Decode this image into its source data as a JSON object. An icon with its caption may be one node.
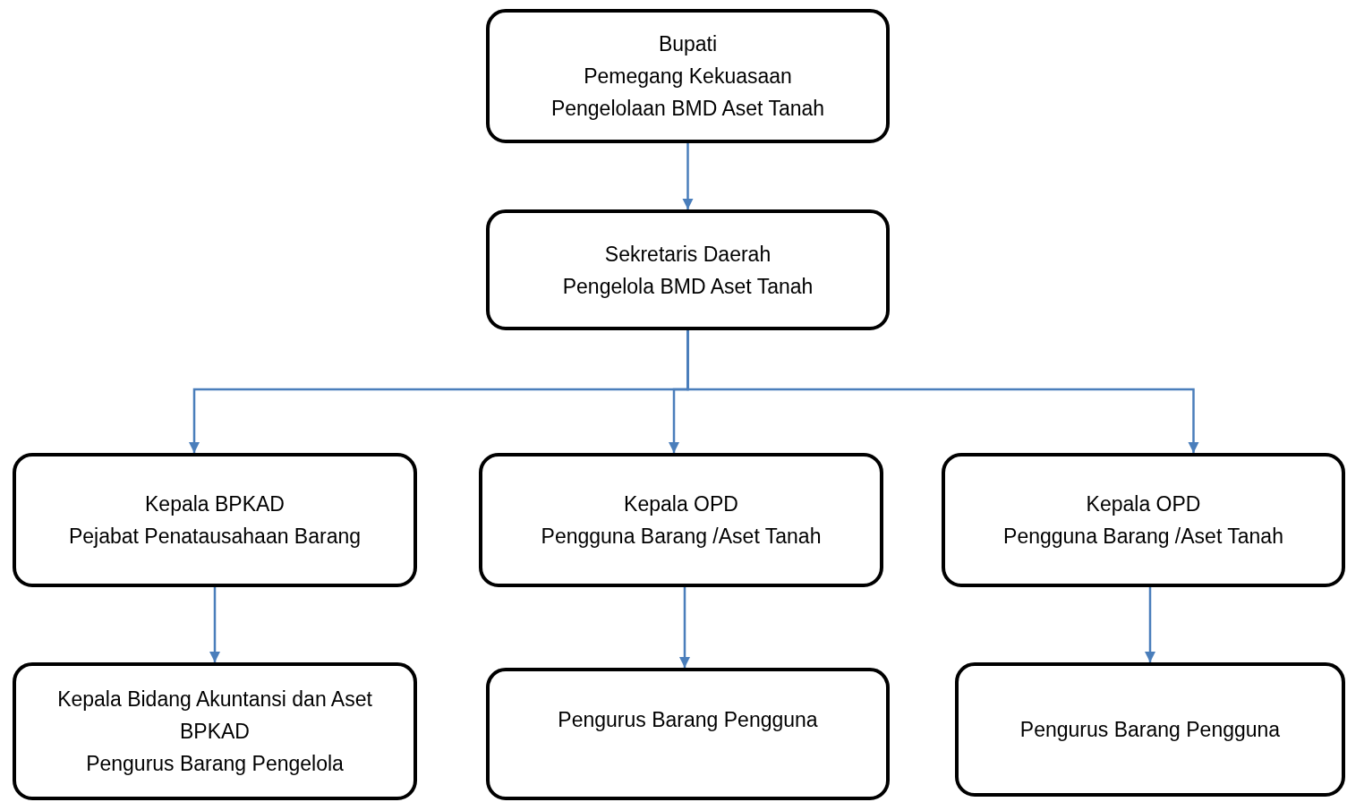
{
  "diagram": {
    "nodes": [
      {
        "text": [
          "Bupati",
          "Pemegang Kekuasaan Pengelolaan BMD Aset Tanah"
        ]
      },
      {
        "text": [
          "Sekretaris Daerah",
          "Pengelola BMD Aset Tanah"
        ]
      },
      {
        "text": [
          "Kepala BPKAD",
          "Pejabat Penatausahaan Barang"
        ]
      },
      {
        "text": [
          "Kepala OPD",
          "Pengguna Barang /Aset Tanah"
        ]
      },
      {
        "text": [
          "Kepala OPD",
          "Pengguna Barang /Aset Tanah"
        ]
      },
      {
        "text": [
          "Kepala Bidang Akuntansi dan Aset BPKAD",
          "Pengurus Barang Pengelola"
        ]
      },
      {
        "text": [
          "Pengurus Barang Pengguna"
        ]
      },
      {
        "text": [
          "Pengurus Barang Pengguna"
        ]
      }
    ],
    "edges": [
      {
        "from": 0,
        "to": 1,
        "arrow": "to"
      },
      {
        "from": 1,
        "to": 2,
        "arrow": "to"
      },
      {
        "from": 1,
        "to": 3,
        "arrow": "to"
      },
      {
        "from": 1,
        "to": 4,
        "arrow": "to"
      },
      {
        "from": 2,
        "to": 5,
        "arrow": "to"
      },
      {
        "from": 3,
        "to": 6,
        "arrow": "to"
      },
      {
        "from": 4,
        "to": 7,
        "arrow": "to"
      }
    ]
  }
}
